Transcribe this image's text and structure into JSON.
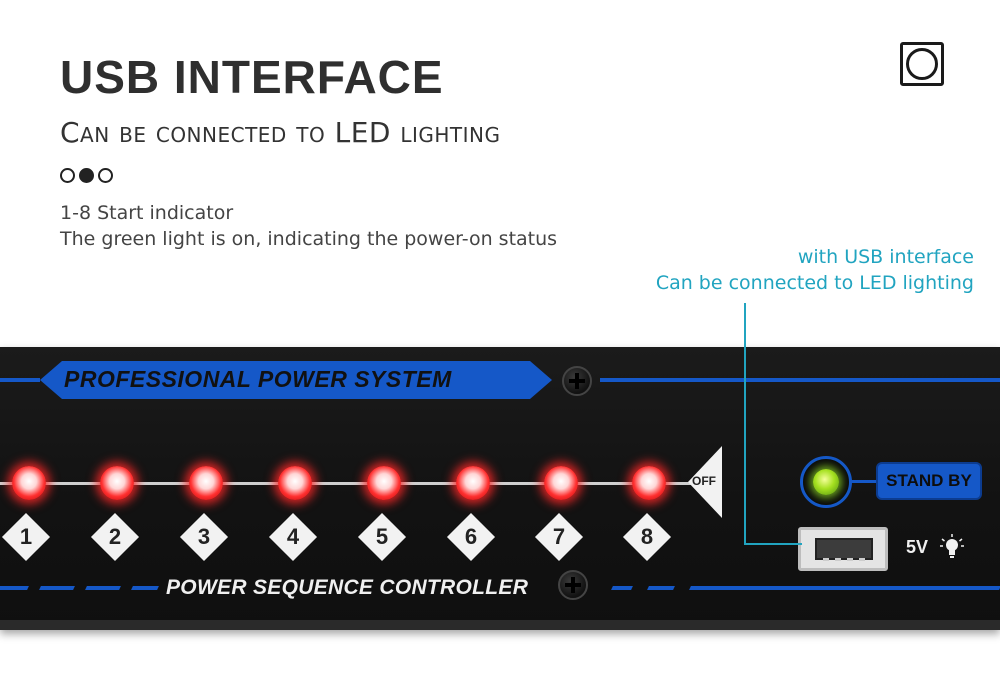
{
  "header": {
    "title": "USB INTERFACE",
    "subtitle": "Can be connected to LED lighting",
    "logo_icon": "circle-in-square-icon"
  },
  "pagination": {
    "dots": [
      "empty",
      "filled",
      "empty"
    ]
  },
  "description": {
    "line1": "1-8 Start indicator",
    "line2": "The green light is on, indicating the power-on status"
  },
  "callout": {
    "line1": "with USB interface",
    "line2": "Can be connected to LED lighting",
    "color": "#21a4c0"
  },
  "panel": {
    "banner": "PROFESSIONAL POWER SYSTEM",
    "controller_label": "POWER SEQUENCE CONTROLLER",
    "channels": [
      "1",
      "2",
      "3",
      "4",
      "5",
      "6",
      "7",
      "8"
    ],
    "off_label": "OFF",
    "standby_label": "STAND BY",
    "usb_voltage": "5V",
    "accent_color": "#1558c8",
    "channel_led_color": "#ff3030",
    "standby_led_color": "#a5e020"
  }
}
